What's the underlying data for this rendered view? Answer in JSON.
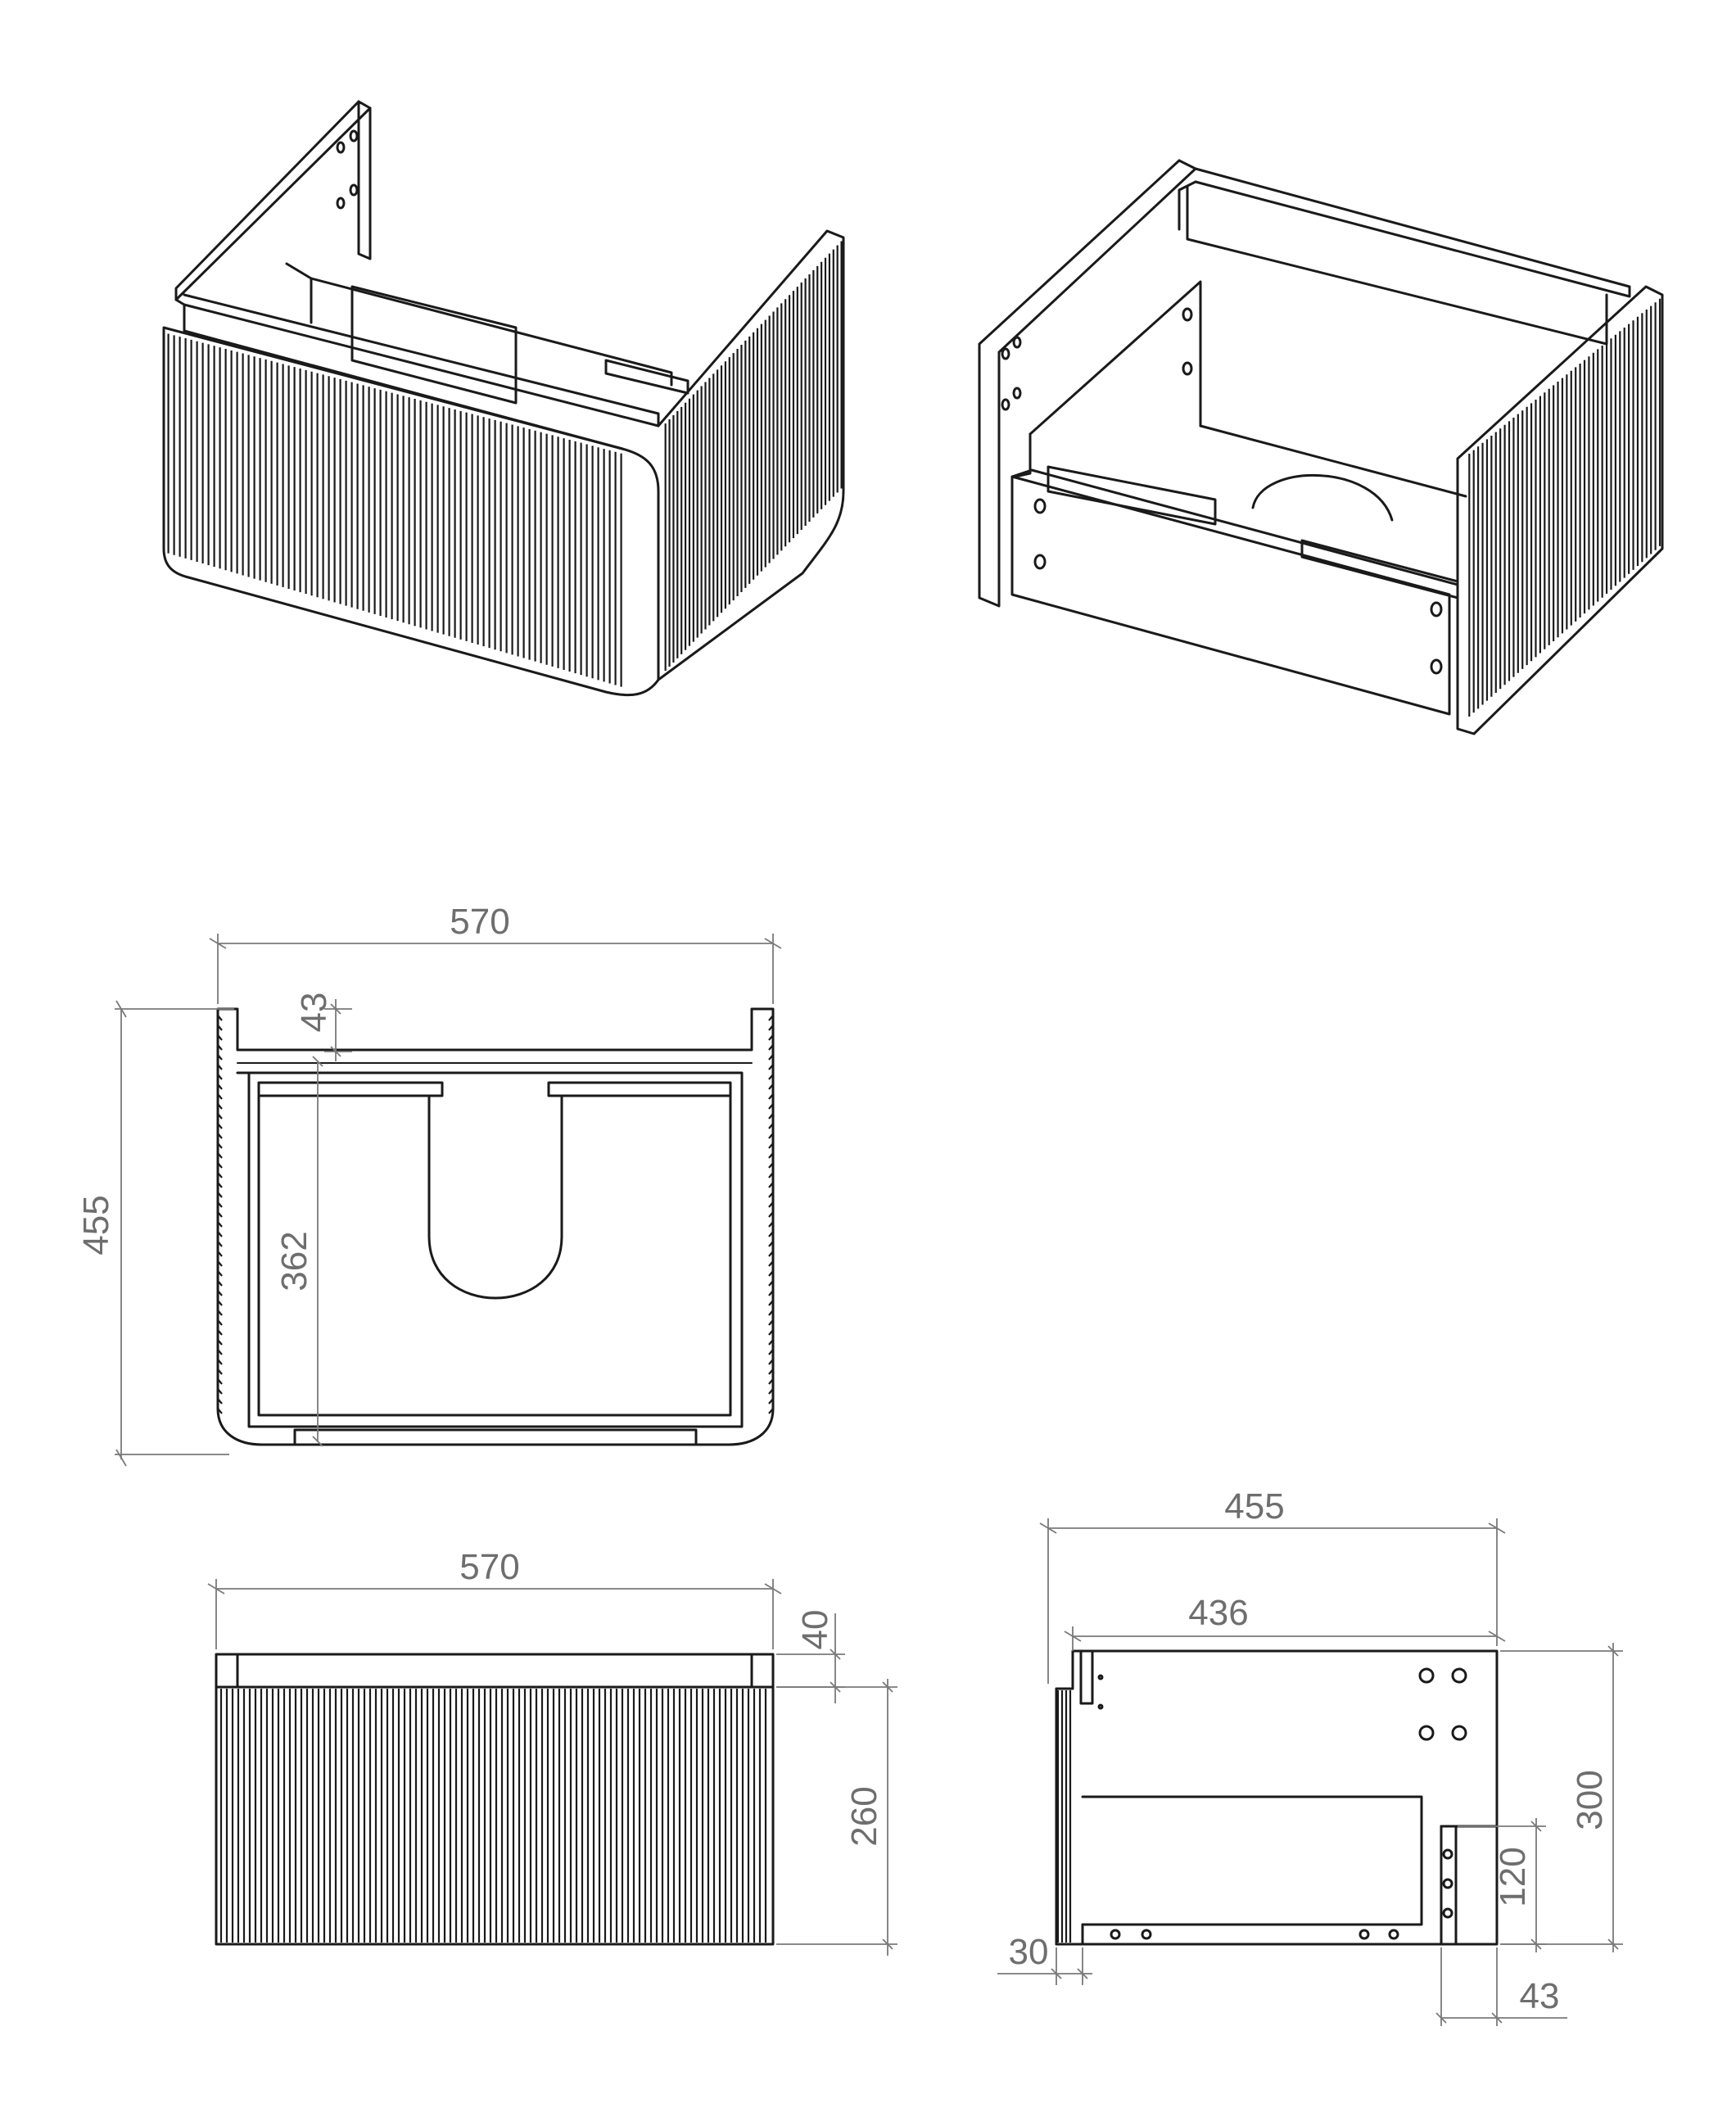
{
  "colors": {
    "line": "#1a1a1a",
    "dimension": "#7a7a7a",
    "background": "#ffffff"
  },
  "views": {
    "top": {
      "width": "570",
      "depth": "455",
      "top_rail": "43",
      "inner_depth": "362"
    },
    "front": {
      "width": "570",
      "top_gap": "40",
      "front_height": "260"
    },
    "side": {
      "depth": "455",
      "inner_depth": "436",
      "height": "300",
      "rail_height": "120",
      "front_thickness": "30",
      "back_rail": "43"
    }
  }
}
